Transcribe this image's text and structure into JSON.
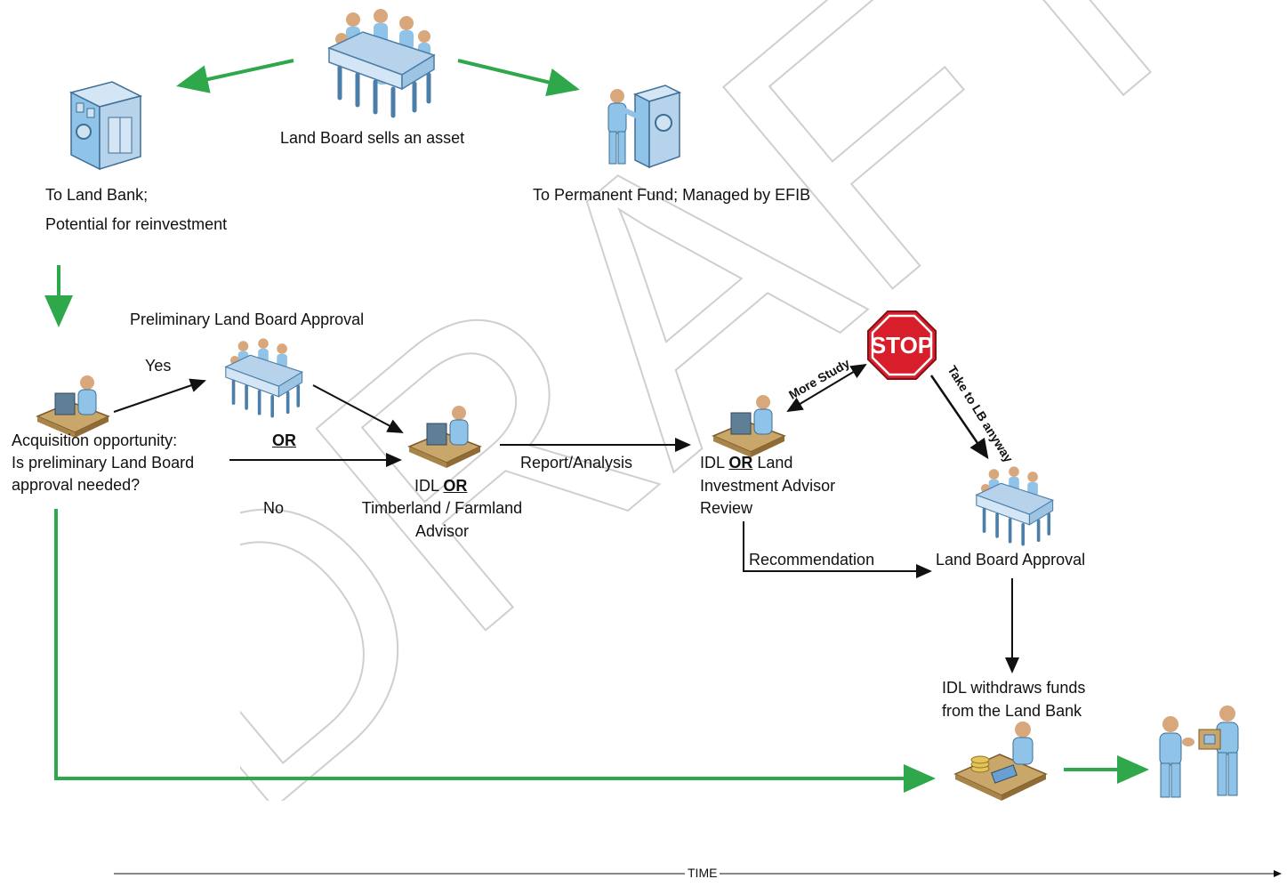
{
  "watermark": "DRAFT",
  "labels": {
    "land_board_sells": "Land Board sells an asset",
    "to_land_bank": "To Land Bank;",
    "reinvestment": "Potential for reinvestment",
    "to_permanent_fund": "To Permanent Fund; Managed by EFIB",
    "preliminary_approval": "Preliminary Land Board Approval",
    "yes": "Yes",
    "or_mid": "OR",
    "no": "No",
    "acq_line1": "Acquisition opportunity:",
    "acq_line2": "Is preliminary Land Board",
    "acq_line3": "approval needed?",
    "idl": "IDL ",
    "or": "OR",
    "timberland": "Timberland / Farmland",
    "advisor": "Advisor",
    "report_analysis": "Report/Analysis",
    "idl2": "IDL ",
    "or2": "OR",
    "land": " Land",
    "investment_advisor": "Investment Advisor",
    "review": "Review",
    "more_study": "More Study",
    "take_to_lb": "Take to LB anyway",
    "stop": "STOP",
    "recommendation": "Recommendation",
    "land_board_approval": "Land Board Approval",
    "withdraw_line1": "IDL withdraws funds",
    "withdraw_line2": "from the Land Bank",
    "time": "TIME"
  },
  "colors": {
    "green_arrow": "#2ea84a",
    "black_arrow": "#111111",
    "stop_red": "#d81e2a",
    "figure_blue": "#8fc3e8",
    "table_blue": "#b7d3ec",
    "desk_tan": "#c9a76a",
    "watermark": "#d9d9d9"
  },
  "icons": [
    "board-meeting-icon",
    "bank-vault-icon",
    "person-at-safe-icon",
    "person-at-desk-icon",
    "stop-sign-icon",
    "person-handing-money-icon"
  ]
}
